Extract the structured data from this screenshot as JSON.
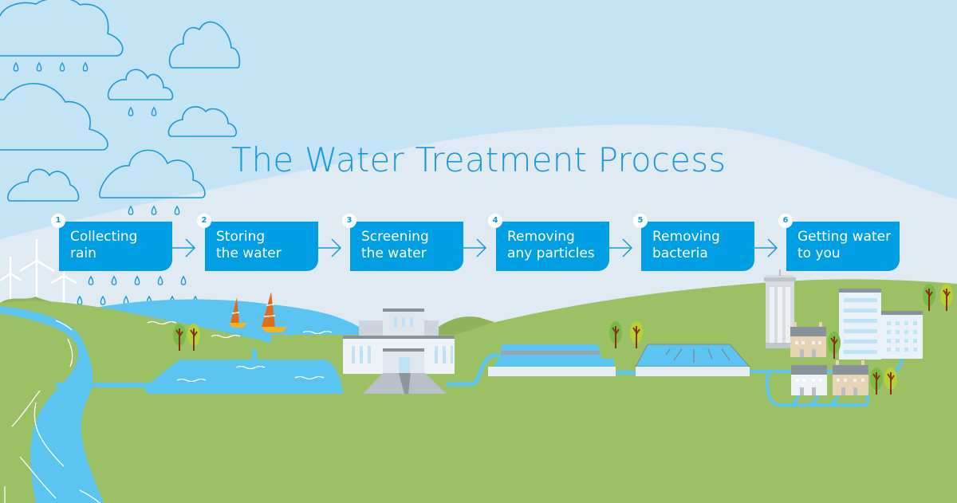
{
  "title": "The Water Treatment Process",
  "colors": {
    "sky": "#c4e3f5",
    "sky_light": "#dfeaf3",
    "step_box": "#009ee3",
    "title_text": "#1a9ad8",
    "grass": "#9cc064",
    "grass_dark": "#8fb35a",
    "water": "#5bc4f1",
    "cloud_stroke": "#1a9ad8",
    "building": "#dfe6ee",
    "roof": "#8a9299",
    "sail": "#e06d1b",
    "boat": "#f5b324",
    "trunk": "#8c2f14",
    "tree_green": "#79bb45",
    "tree_lime": "#b5d335",
    "house_beige": "#e6d4b5"
  },
  "steps": [
    {
      "number": "1",
      "line1": "Collecting",
      "line2": "rain"
    },
    {
      "number": "2",
      "line1": "Storing",
      "line2": "the water"
    },
    {
      "number": "3",
      "line1": "Screening",
      "line2": "the water"
    },
    {
      "number": "4",
      "line1": "Removing",
      "line2": "any particles"
    },
    {
      "number": "5",
      "line1": "Removing",
      "line2": "bacteria"
    },
    {
      "number": "6",
      "line1": "Getting water",
      "line2": "to you"
    }
  ],
  "icons": {
    "cloud": "cloud-icon",
    "raindrop": "raindrop-icon",
    "arrow": "arrow-right-icon",
    "wind_turbine": "wind-turbine-icon",
    "sailboat": "sailboat-icon",
    "tree": "tree-icon",
    "treatment_works": "treatment-works-icon",
    "filter_bed": "filter-bed-icon",
    "water_tower": "water-tower-icon",
    "house": "house-icon",
    "office_building": "office-building-icon"
  }
}
